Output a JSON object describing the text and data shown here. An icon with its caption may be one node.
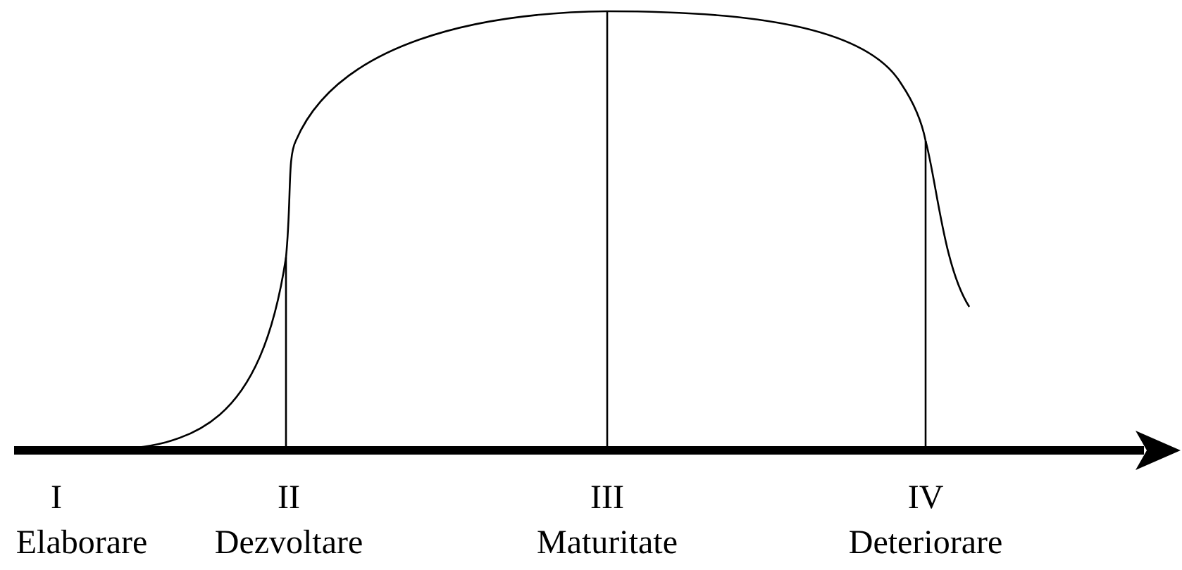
{
  "diagram": {
    "labels": [
      "I",
      "II",
      "III",
      "IV",
      "Elaborare",
      "Dezvoltare",
      "Maturitate",
      "Deteriorare"
    ]
  }
}
